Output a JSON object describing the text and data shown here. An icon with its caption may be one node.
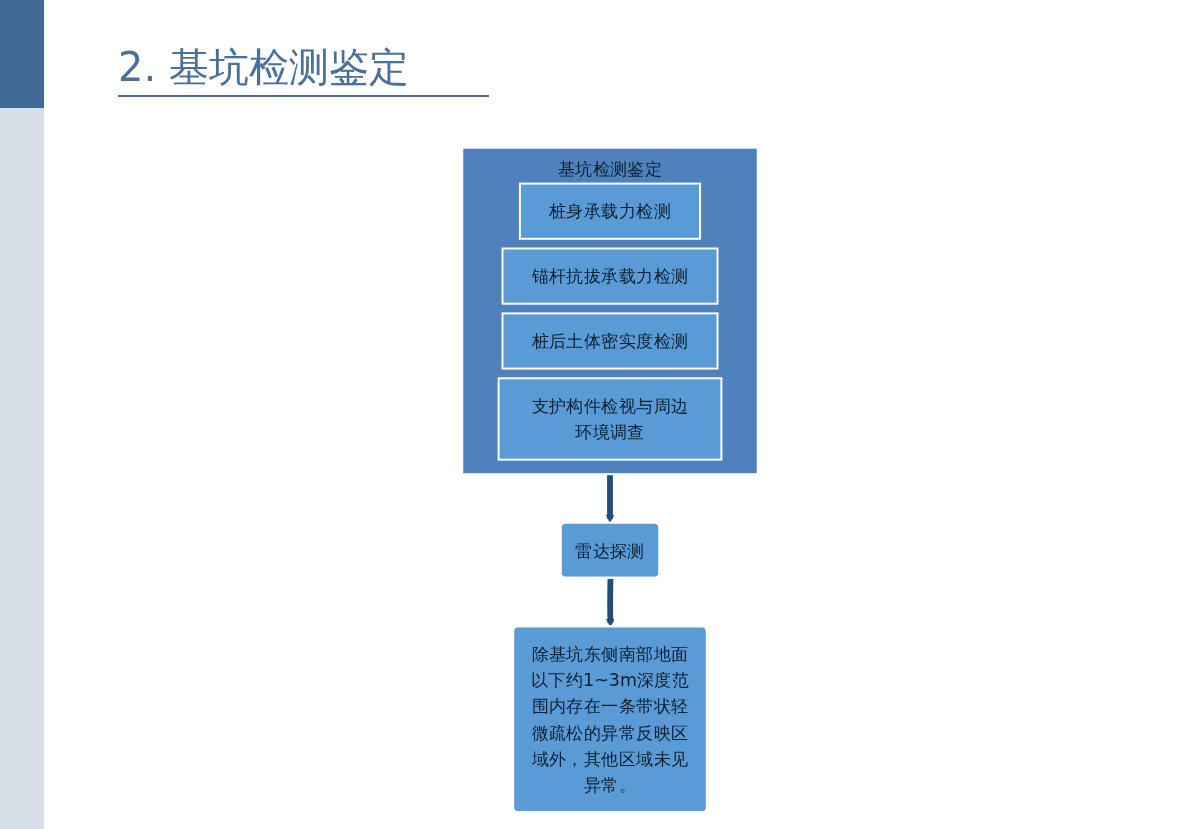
{
  "diagram": {
    "title": "2. 基坑检测鉴定",
    "nodes": [
      {
        "text": [
          "基坑检测鉴定"
        ]
      },
      {
        "text": [
          "桩身承载力检测"
        ],
        "in": 0
      },
      {
        "text": [
          "锚杆抗拔承载力检测"
        ],
        "in": 0
      },
      {
        "text": [
          "桩后土体密实度检测"
        ],
        "in": 0
      },
      {
        "text": [
          "支护构件检视与周边环境调查"
        ],
        "in": 0
      },
      {
        "text": [
          "雷达探测"
        ]
      },
      {
        "text": [
          "除基坑东侧南部地面以下约1~3m深度范围内存在一条带状轻微疏松的异常反映区域外，其他区域未见异常。"
        ]
      }
    ],
    "edges": [
      {
        "from": 0,
        "to": 5,
        "arrow": "to"
      },
      {
        "from": 5,
        "to": 6,
        "arrow": "to"
      }
    ]
  }
}
